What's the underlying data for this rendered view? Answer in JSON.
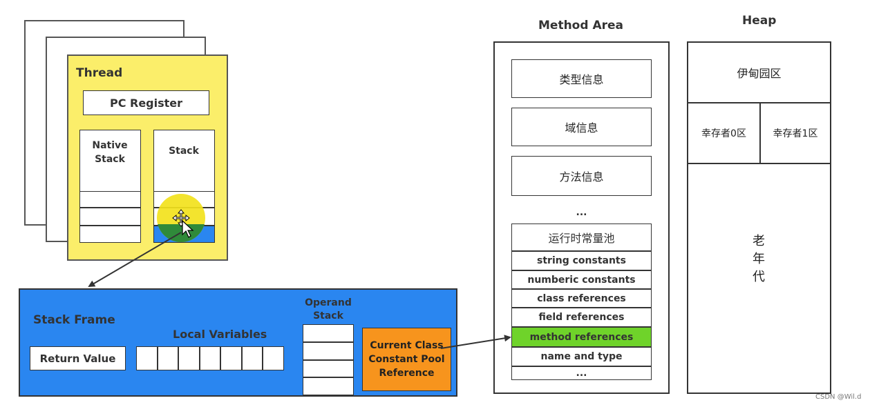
{
  "thread": {
    "title": "Thread",
    "pc_register": "PC Register",
    "native_stack": "Native\nStack",
    "stack": "Stack"
  },
  "stack_frame": {
    "title": "Stack Frame",
    "return_value": "Return Value",
    "local_variables": "Local Variables",
    "operand_stack": "Operand\nStack",
    "constant_pool_ref": "Current Class\nConstant Pool\nReference"
  },
  "method_area": {
    "title": "Method Area",
    "items": [
      "类型信息",
      "域信息",
      "方法信息"
    ],
    "ellipsis": "...",
    "pool_header": "运行时常量池",
    "pool_items": [
      "string constants",
      "numberic constants",
      "class references",
      "field references",
      "method references",
      "name and type",
      "..."
    ],
    "highlighted_item": "method references"
  },
  "heap": {
    "title": "Heap",
    "eden": "伊甸园区",
    "survivor0": "幸存者0区",
    "survivor1": "幸存者1区",
    "old_gen": "老\n年\n代"
  },
  "watermark": "CSDN @Wil.d",
  "colors": {
    "thread_fill": "#fbee6a",
    "frame_fill": "#2a86f0",
    "highlight_green": "#6fd32a",
    "pool_ref_orange": "#f7941d"
  }
}
